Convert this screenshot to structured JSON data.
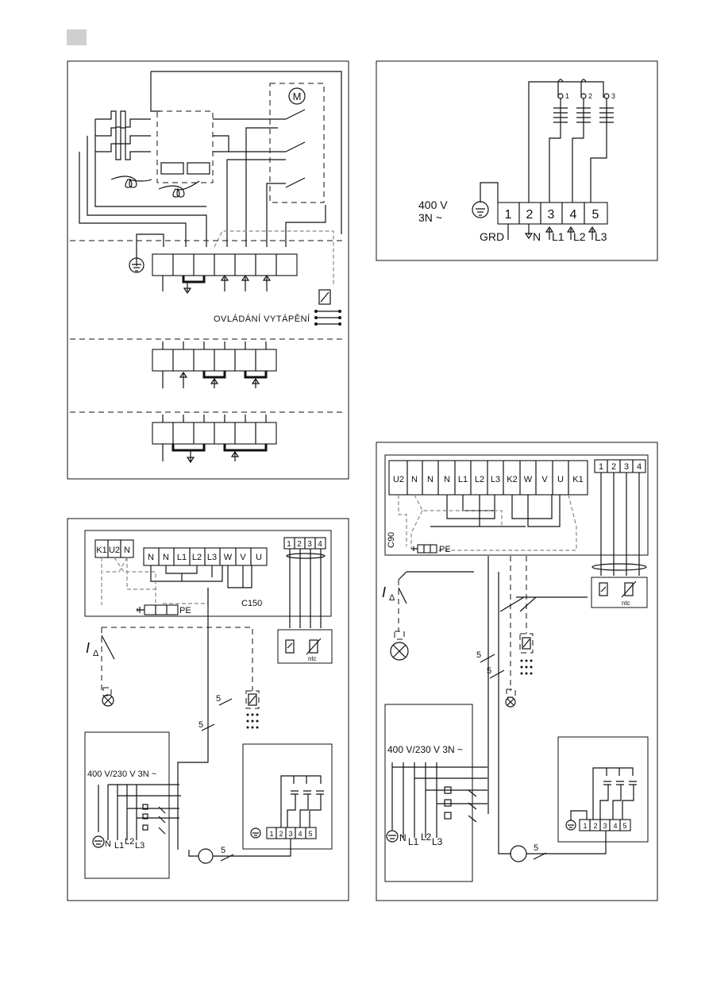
{
  "diagram1": {
    "heating_label": "OVLÁDÁNÍ VYTÁPĚNÍ",
    "motor_label": "M"
  },
  "diagram2": {
    "voltage_line1": "400 V",
    "voltage_line2": "3N ~",
    "terminals": [
      "1",
      "2",
      "3",
      "4",
      "5"
    ],
    "bottom_labels": [
      "GRD",
      "N",
      "L1",
      "L2",
      "L3"
    ],
    "coil_numbers": [
      "1",
      "2",
      "3"
    ]
  },
  "diagram3": {
    "terminals_left": [
      "K1",
      "U2",
      "N"
    ],
    "terminals_main": [
      "N",
      "N",
      "L1",
      "L2",
      "L3",
      "W",
      "V",
      "U"
    ],
    "terminals_right": [
      "1",
      "2",
      "3",
      "4"
    ],
    "model": "C150",
    "pe_label": "PE",
    "sensor_label": "ntc",
    "idelta": "I",
    "idelta_sub": "Δ",
    "cable_counts": [
      "5",
      "5",
      "5"
    ],
    "supply_label": "400 V/230 V 3N ~",
    "supply_lines": [
      "N",
      "L1",
      "L2",
      "L3"
    ],
    "heater_terminals": [
      "1",
      "2",
      "3",
      "4",
      "5"
    ]
  },
  "diagram4": {
    "terminals_main": [
      "U2",
      "N",
      "N",
      "N",
      "L1",
      "L2",
      "L3",
      "K2",
      "W",
      "V",
      "U",
      "K1"
    ],
    "terminals_right": [
      "1",
      "2",
      "3",
      "4"
    ],
    "model": "C90",
    "pe_label": "PE",
    "sensor_label": "ntc",
    "idelta": "I",
    "idelta_sub": "Δ",
    "cable_counts": [
      "5",
      "5",
      "5"
    ],
    "supply_label": "400 V/230 V 3N ~",
    "supply_lines": [
      "N",
      "L1",
      "L2",
      "L3"
    ],
    "heater_terminals": [
      "1",
      "2",
      "3",
      "4",
      "5"
    ]
  }
}
